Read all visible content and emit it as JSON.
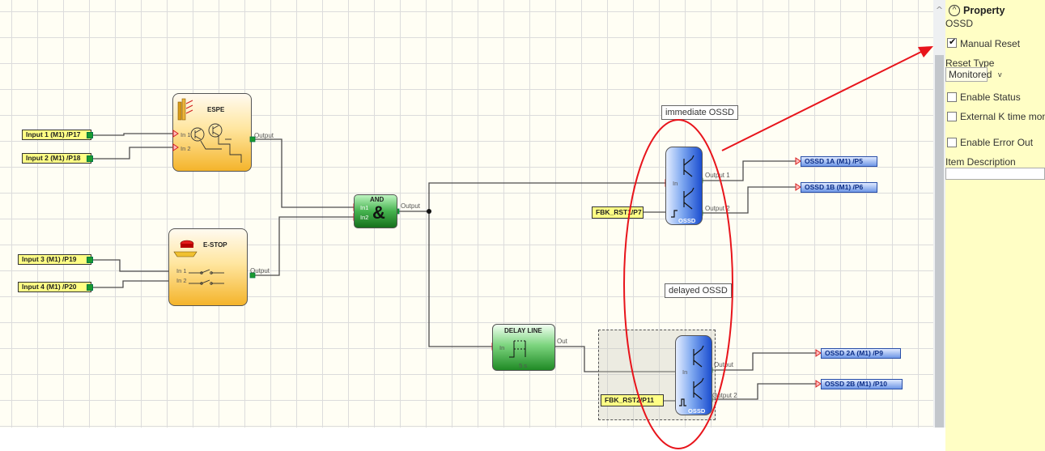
{
  "canvas": {
    "inputs": [
      {
        "label": "Input 1 (M1) /P17"
      },
      {
        "label": "Input 2 (M1) /P18"
      },
      {
        "label": "Input 3 (M1) /P19"
      },
      {
        "label": "Input 4 (M1) /P20"
      }
    ],
    "feedback_inputs": [
      {
        "label": "FBK_RST1/P7"
      },
      {
        "label": "FBK_RST2/P11"
      }
    ],
    "outputs": [
      {
        "label": "OSSD 1A (M1)  /P5"
      },
      {
        "label": "OSSD 1B (M1)  /P6"
      },
      {
        "label": "OSSD 2A (M1)  /P9"
      },
      {
        "label": "OSSD 2B (M1)  /P10"
      }
    ],
    "blocks": {
      "espe": {
        "title": "ESPE",
        "in1": "In 1",
        "in2": "In 2",
        "output": "Output"
      },
      "estop": {
        "title": "E-STOP",
        "in1": "In 1",
        "in2": "In 2",
        "output": "Output"
      },
      "and": {
        "title": "AND",
        "in1": "In1",
        "in2": "In2",
        "output": "Output"
      },
      "delay": {
        "title": "DELAY LINE",
        "in": "In",
        "out": "Out",
        "time": "5 s"
      },
      "ossd1": {
        "in": "In",
        "out1": "Output 1",
        "out2": "Output 2",
        "name": "OSSD"
      },
      "ossd2": {
        "in": "In",
        "out1": "Output",
        "out2": "Output 2",
        "name": "OSSD"
      }
    },
    "callouts": {
      "immediate": "immediate OSSD",
      "delayed": "delayed OSSD"
    },
    "annotation_color": "#e8141b"
  },
  "property_panel": {
    "title": "Property",
    "subtitle": "OSSD",
    "manual_reset": {
      "label": "Manual Reset",
      "checked": true
    },
    "reset_type_label": "Reset Type",
    "reset_type_value": "Monitored",
    "enable_status": {
      "label": "Enable Status",
      "checked": false
    },
    "external_k": {
      "label": "External K time moni",
      "checked": false
    },
    "enable_error_out": {
      "label": "Enable Error Out",
      "checked": false
    },
    "item_description_label": "Item Description",
    "item_description_value": ""
  }
}
